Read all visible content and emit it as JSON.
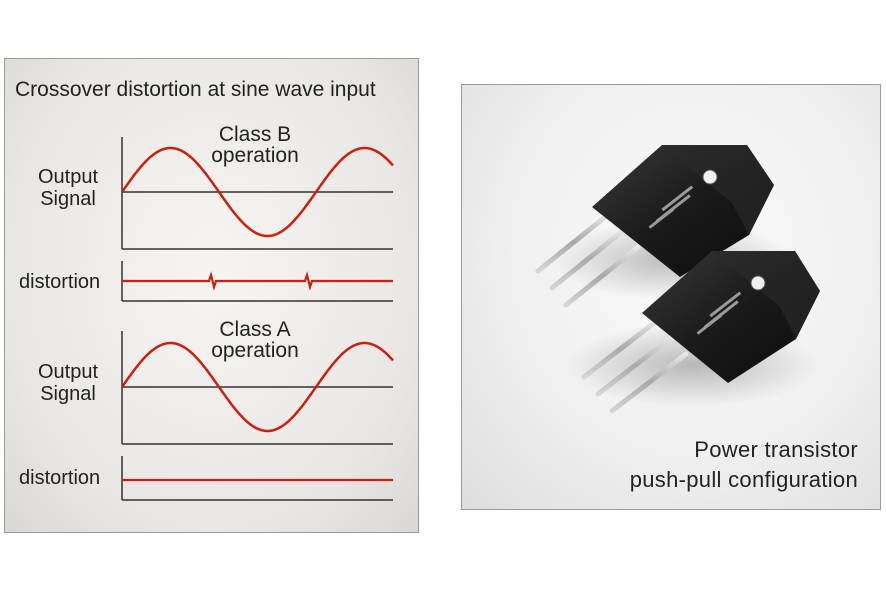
{
  "left_panel": {
    "title": "Crossover distortion at sine wave input",
    "class_b": {
      "label_line1": "Class B",
      "label_line2": "operation"
    },
    "class_a": {
      "label_line1": "Class A",
      "label_line2": "operation"
    },
    "output_signal_line1": "Output",
    "output_signal_line2": "Signal",
    "distortion_label": "distortion"
  },
  "right_panel": {
    "caption_line1": "Power transistor",
    "caption_line2": "push-pull configuration"
  },
  "colors": {
    "waveform": "#cc1f10",
    "axis": "#333333"
  }
}
